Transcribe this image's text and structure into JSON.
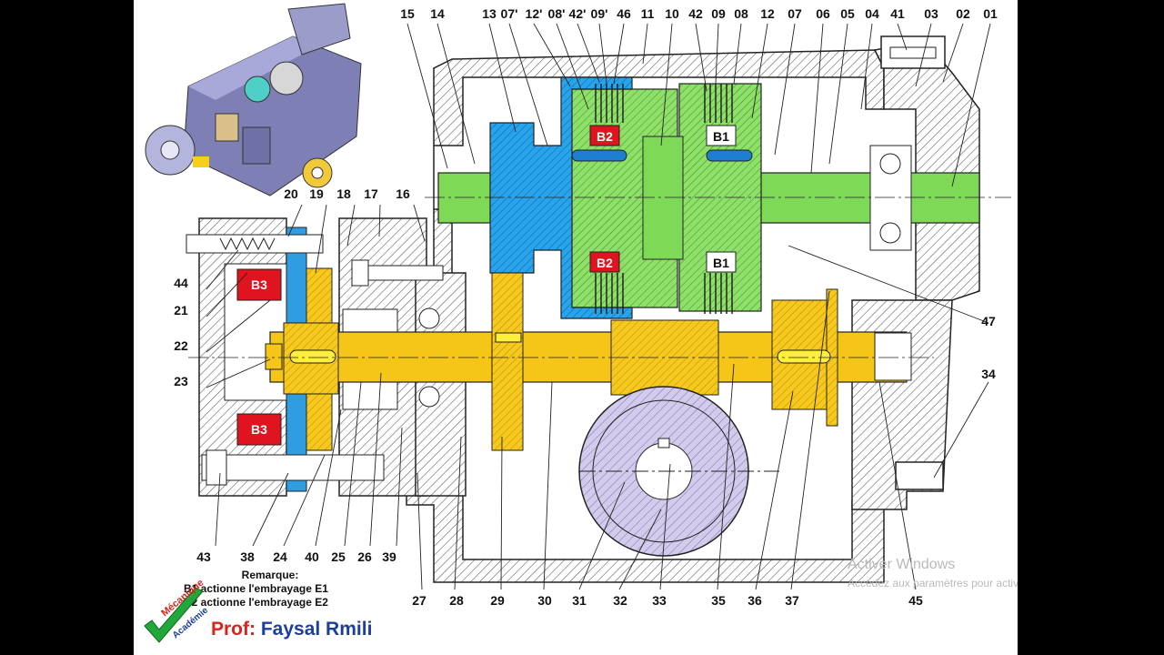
{
  "labels_top": [
    "15",
    "14",
    "13",
    "07'",
    "12'",
    "08'",
    "42'",
    "09'",
    "46",
    "11",
    "10",
    "42",
    "09",
    "08",
    "12",
    "07",
    "06",
    "05",
    "04",
    "41",
    "03",
    "02",
    "01"
  ],
  "labels_left": [
    "20",
    "19",
    "18",
    "17",
    "16",
    "44",
    "21",
    "22",
    "23"
  ],
  "labels_right": [
    "47",
    "34"
  ],
  "labels_bottom": [
    "43",
    "38",
    "24",
    "40",
    "25",
    "26",
    "39",
    "27",
    "28",
    "29",
    "30",
    "31",
    "32",
    "33",
    "35",
    "36",
    "37",
    "45"
  ],
  "brakes": {
    "b1": "B1",
    "b2": "B2",
    "b3": "B3"
  },
  "remark": {
    "title": "Remarque:",
    "line1": "B1 actionne l'embrayage E1",
    "line2": "B2 actionne l'embrayage E2"
  },
  "author": {
    "prefix": "Prof:",
    "name": "Faysal Rmili"
  },
  "logo_text": {
    "top": "Mécanique",
    "bottom": "Académie"
  },
  "watermark": {
    "title": "Activer Windows",
    "subtitle": "Accédez aux paramètres pour activer Windows."
  },
  "colors": {
    "input_shaft": "#7ed957",
    "output_shaft": "#f5c518",
    "bearing_blue": "#1e9be6",
    "brake_red": "#e0141e",
    "gear_purple": "#c9c2e6",
    "frame_bg": "#ffffff",
    "letterbox": "#000000"
  }
}
